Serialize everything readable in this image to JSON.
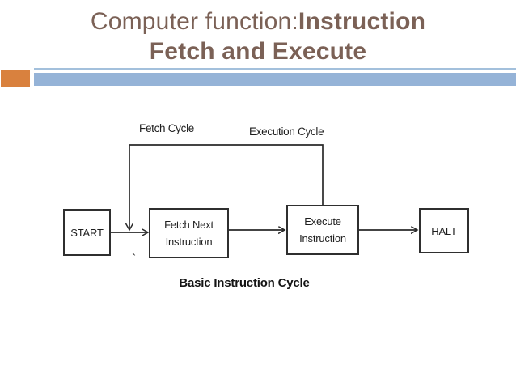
{
  "slide": {
    "title": {
      "regular": "Computer function:",
      "bold_tail": "Instruction",
      "line2": "Fetch and Execute"
    },
    "colors": {
      "title_text": "#7B6156",
      "accent_orange": "#D9813E",
      "accent_blue_bar": "#95B3D7",
      "accent_thin_line": "#A3C0DC",
      "diagram_ink": "#2A2A2A"
    }
  },
  "diagram": {
    "cycle_labels": {
      "fetch": "Fetch Cycle",
      "execution": "Execution Cycle"
    },
    "boxes": {
      "start": "START",
      "fetch": "Fetch Next\nInstruction",
      "execute": "Execute\nInstruction",
      "halt": "HALT"
    },
    "caption": "Basic Instruction Cycle",
    "stray_mark": "`"
  }
}
